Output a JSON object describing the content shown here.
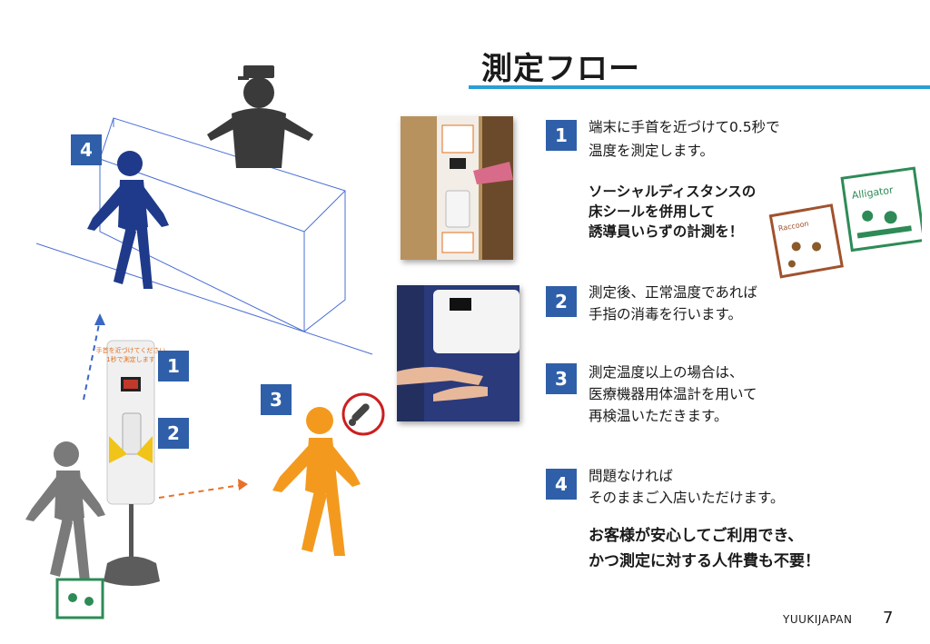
{
  "title": "測定フロー",
  "steps": [
    {
      "num": "1",
      "lines": [
        "端末に手首を近づけて0.5秒で",
        "温度を測定します。"
      ]
    },
    {
      "num": "2",
      "lines": [
        "測定後、正常温度であれば",
        "手指の消毒を行います。"
      ]
    },
    {
      "num": "3",
      "lines": [
        "測定温度以上の場合は、",
        "医療機器用体温計を用いて",
        "再検温いただきます。"
      ]
    },
    {
      "num": "4",
      "lines": [
        "問題なければ",
        "そのままご入店いただけます。"
      ]
    }
  ],
  "highlight1": [
    "ソーシャルディスタンスの",
    "床シールを併用して",
    "誘導員いらずの計測を！"
  ],
  "highlight2": [
    "お客様が安心してご利用でき、",
    "かつ測定に対する人件費も不要！"
  ],
  "illustration": {
    "badges": [
      "4",
      "1",
      "2",
      "3"
    ],
    "stand_sign": [
      "手首",
      "を近づけてください",
      "1秒で測定します"
    ],
    "icon": "thermometer-icon"
  },
  "stickers": {
    "alligator_label": "Alligator",
    "raccoon_label": "Raccoon"
  },
  "footer": {
    "brand": "YUUKIJAPAN",
    "page": "7"
  },
  "colors": {
    "accent": "#2a9fd6",
    "badge": "#2f5fa8",
    "walker_blue": "#1f3a8a",
    "walker_orange": "#f39a1e",
    "walker_gray": "#7a7a7a",
    "staff": "#3a3a3a"
  }
}
